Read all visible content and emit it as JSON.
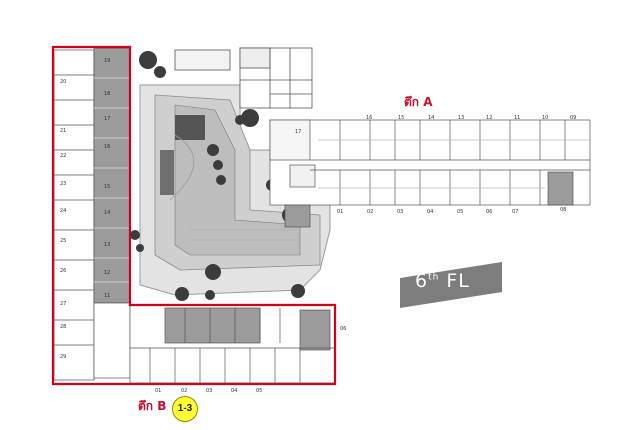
{
  "building_a_label": "ตึก A",
  "building_b_label": "ตึก B",
  "unit_badge": "1-3",
  "floor_label": {
    "number": "6",
    "suffix": "th",
    "unit": "FL"
  },
  "building_a_unit_numbers_north": [
    "17",
    "16",
    "15",
    "14",
    "13",
    "12",
    "11",
    "10",
    "09"
  ],
  "building_a_unit_numbers_south": [
    "01",
    "02",
    "03",
    "04",
    "05",
    "06",
    "07",
    "08"
  ],
  "building_b_west_unit_numbers": [
    "20",
    "21",
    "22",
    "23",
    "24",
    "25",
    "26",
    "27",
    "28",
    "29"
  ],
  "building_b_east_unit_numbers": [
    "19",
    "18",
    "17",
    "16",
    "15",
    "14",
    "13",
    "12",
    "11"
  ],
  "building_b_south_unit_numbers": [
    "01",
    "02",
    "03",
    "04",
    "05",
    "06"
  ],
  "colors": {
    "highlight": "#d0021b",
    "badge": "#ffff33",
    "building_a_text": "#c8102e"
  }
}
